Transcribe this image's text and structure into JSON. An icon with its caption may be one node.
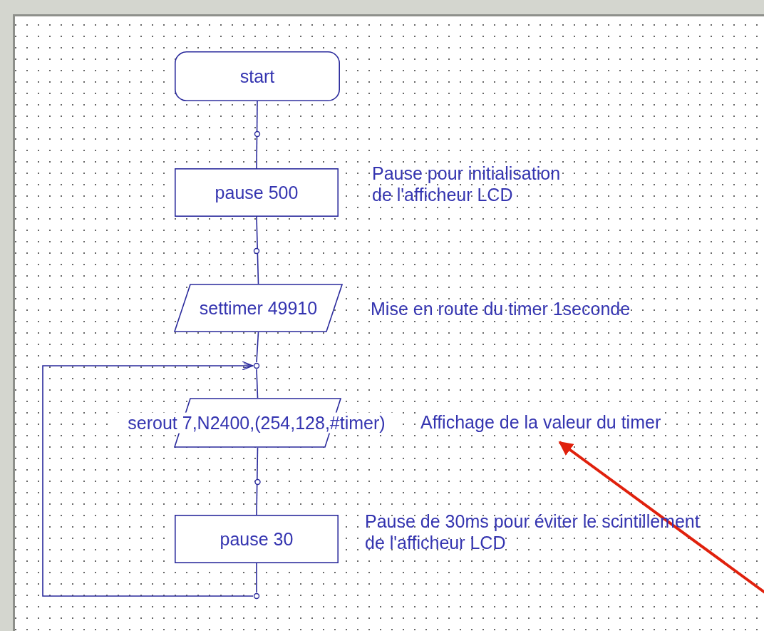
{
  "diagram": {
    "nodes": [
      {
        "text": [
          "start"
        ]
      },
      {
        "text": [
          "pause 500"
        ],
        "beside": [
          "Pause pour initialisation de l'afficheur LCD"
        ]
      },
      {
        "text": [
          "settimer 49910"
        ],
        "beside": [
          "Mise en route du timer 1seconde"
        ]
      },
      {
        "text": [],
        "shape": "circle"
      },
      {
        "text": [
          "serout 7,N2400,(254,128,#timer)"
        ]
      },
      {
        "text": [
          "Affichage de la valeur du timer"
        ]
      },
      {
        "text": [
          "pause 30"
        ],
        "beside": [
          "Pause de 30ms pour éviter le scintillement de l'afficheur LCD"
        ]
      },
      {
        "text": [],
        "shape": "circle"
      }
    ],
    "edges": [
      {
        "from": 0,
        "to": 1,
        "arrow": "none"
      },
      {
        "from": 1,
        "to": 2,
        "arrow": "none"
      },
      {
        "from": 2,
        "to": 3,
        "arrow": "none"
      },
      {
        "from": 3,
        "to": 4,
        "arrow": "none"
      },
      {
        "from": 4,
        "to": 6,
        "arrow": "none"
      },
      {
        "from": 6,
        "to": 7,
        "arrow": "none"
      },
      {
        "from": 7,
        "to": 3,
        "arrow": "to"
      },
      {
        "from": null,
        "to": 5,
        "arrow": "to",
        "style": "thick",
        "color": "#e0200c"
      }
    ]
  }
}
